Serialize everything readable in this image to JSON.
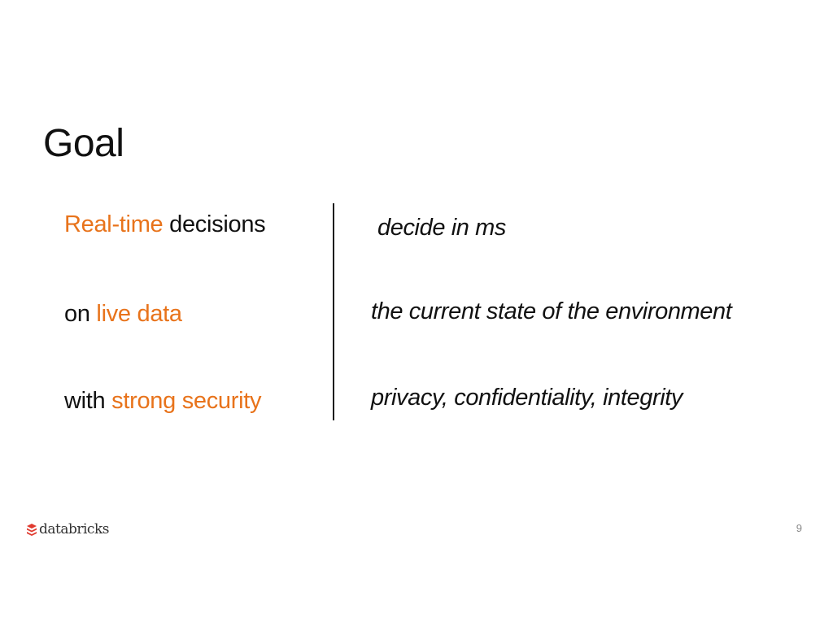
{
  "slide": {
    "title": "Goal",
    "rows": [
      {
        "highlight": "Real-time",
        "rest": " decisions",
        "description": "decide in ms"
      },
      {
        "lead": "on ",
        "highlight": "live data",
        "description": "the current state of the environment"
      },
      {
        "lead": "with ",
        "highlight": "strong security",
        "description": "privacy, confidentiality, integrity"
      }
    ],
    "footer": {
      "logo_text": "databricks",
      "page_number": "9"
    }
  },
  "colors": {
    "accent": "#e8731b",
    "text": "#111111",
    "logo_mark": "#e03a2f"
  },
  "icons": {
    "logo": "databricks-logo-icon"
  }
}
